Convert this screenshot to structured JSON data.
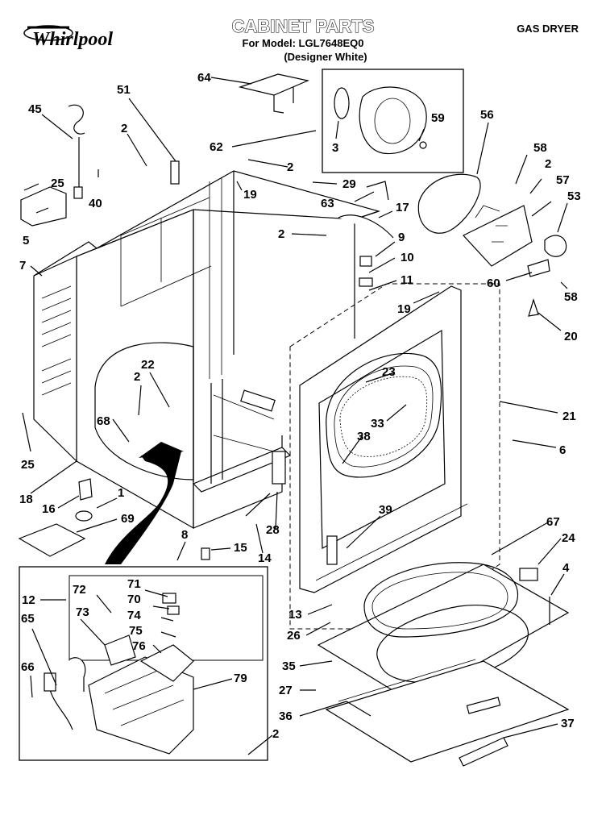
{
  "header": {
    "brand": "Whirlpool",
    "title": "CABINET PARTS",
    "model_line": "For Model: LGL7648EQ0",
    "variant_line": "(Designer White)",
    "product_type": "GAS DRYER"
  },
  "callouts": [
    {
      "id": "c45",
      "text": "45"
    },
    {
      "id": "c51",
      "text": "51"
    },
    {
      "id": "c2a",
      "text": "2"
    },
    {
      "id": "c25a",
      "text": "25"
    },
    {
      "id": "c40",
      "text": "40"
    },
    {
      "id": "c5",
      "text": "5"
    },
    {
      "id": "c7",
      "text": "7"
    },
    {
      "id": "c64",
      "text": "64"
    },
    {
      "id": "c62",
      "text": "62"
    },
    {
      "id": "c2b",
      "text": "2"
    },
    {
      "id": "c19a",
      "text": "19"
    },
    {
      "id": "c3",
      "text": "3"
    },
    {
      "id": "c59",
      "text": "59"
    },
    {
      "id": "c29",
      "text": "29"
    },
    {
      "id": "c63",
      "text": "63"
    },
    {
      "id": "c17",
      "text": "17"
    },
    {
      "id": "c2c",
      "text": "2"
    },
    {
      "id": "c9",
      "text": "9"
    },
    {
      "id": "c10",
      "text": "10"
    },
    {
      "id": "c11",
      "text": "11"
    },
    {
      "id": "c19b",
      "text": "19"
    },
    {
      "id": "c56",
      "text": "56"
    },
    {
      "id": "c58a",
      "text": "58"
    },
    {
      "id": "c2d",
      "text": "2"
    },
    {
      "id": "c57",
      "text": "57"
    },
    {
      "id": "c53",
      "text": "53"
    },
    {
      "id": "c60",
      "text": "60"
    },
    {
      "id": "c58b",
      "text": "58"
    },
    {
      "id": "c20",
      "text": "20"
    },
    {
      "id": "c21",
      "text": "21"
    },
    {
      "id": "c22",
      "text": "22"
    },
    {
      "id": "c2e",
      "text": "2"
    },
    {
      "id": "c68",
      "text": "68"
    },
    {
      "id": "c23",
      "text": "23"
    },
    {
      "id": "c33",
      "text": "33"
    },
    {
      "id": "c38",
      "text": "38"
    },
    {
      "id": "c6",
      "text": "6"
    },
    {
      "id": "c25b",
      "text": "25"
    },
    {
      "id": "c18",
      "text": "18"
    },
    {
      "id": "c16",
      "text": "16"
    },
    {
      "id": "c1",
      "text": "1"
    },
    {
      "id": "c69",
      "text": "69"
    },
    {
      "id": "c28",
      "text": "28"
    },
    {
      "id": "c39",
      "text": "39"
    },
    {
      "id": "c67",
      "text": "67"
    },
    {
      "id": "c24",
      "text": "24"
    },
    {
      "id": "c8",
      "text": "8"
    },
    {
      "id": "c15",
      "text": "15"
    },
    {
      "id": "c14",
      "text": "14"
    },
    {
      "id": "c4",
      "text": "4"
    },
    {
      "id": "c12",
      "text": "12"
    },
    {
      "id": "c65",
      "text": "65"
    },
    {
      "id": "c72",
      "text": "72"
    },
    {
      "id": "c71",
      "text": "71"
    },
    {
      "id": "c70",
      "text": "70"
    },
    {
      "id": "c73",
      "text": "73"
    },
    {
      "id": "c74",
      "text": "74"
    },
    {
      "id": "c75",
      "text": "75"
    },
    {
      "id": "c76",
      "text": "76"
    },
    {
      "id": "c79",
      "text": "79"
    },
    {
      "id": "c66",
      "text": "66"
    },
    {
      "id": "c13",
      "text": "13"
    },
    {
      "id": "c26",
      "text": "26"
    },
    {
      "id": "c35",
      "text": "35"
    },
    {
      "id": "c27",
      "text": "27"
    },
    {
      "id": "c36",
      "text": "36"
    },
    {
      "id": "c37",
      "text": "37"
    },
    {
      "id": "c2f",
      "text": "2"
    }
  ]
}
